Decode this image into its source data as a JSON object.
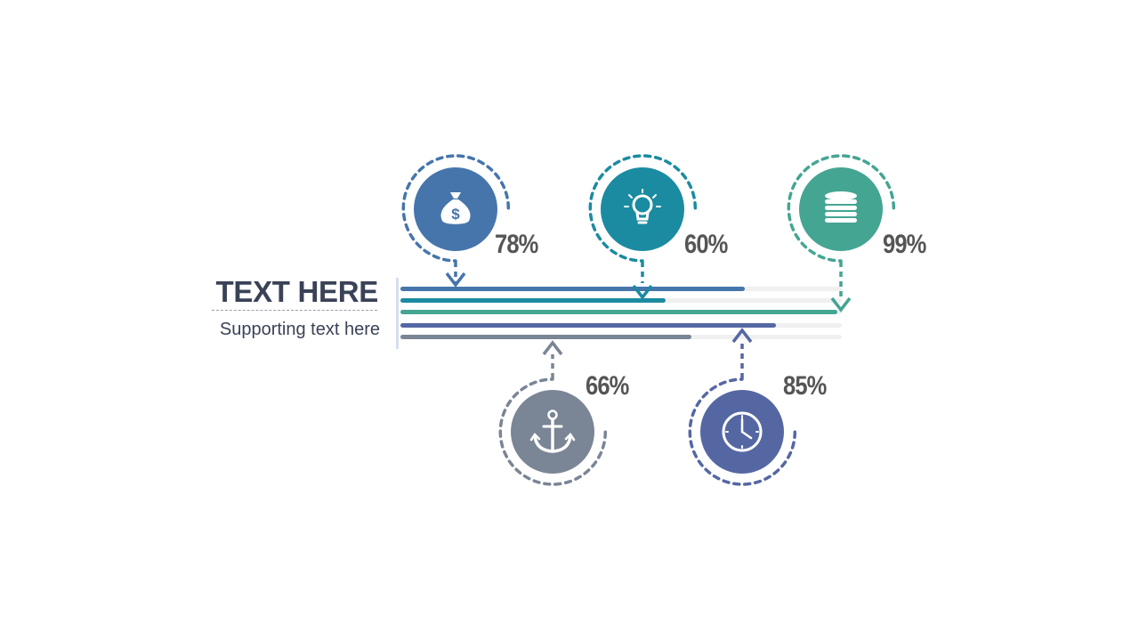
{
  "heading": {
    "title": "TEXT HERE",
    "subtitle": "Supporting text here"
  },
  "chart_data": {
    "type": "bar",
    "items": [
      {
        "icon": "money-bag-icon",
        "percent": 78,
        "label": "78%",
        "color": "#4675ab",
        "position": "top"
      },
      {
        "icon": "lightbulb-icon",
        "percent": 60,
        "label": "60%",
        "color": "#1b8ba1",
        "position": "top"
      },
      {
        "icon": "database-icon",
        "percent": 99,
        "label": "99%",
        "color": "#44a592",
        "position": "top"
      },
      {
        "icon": "anchor-icon",
        "percent": 66,
        "label": "66%",
        "color": "#7a8595",
        "position": "bottom"
      },
      {
        "icon": "clock-icon",
        "percent": 85,
        "label": "85%",
        "color": "#5567a3",
        "position": "bottom"
      }
    ]
  }
}
